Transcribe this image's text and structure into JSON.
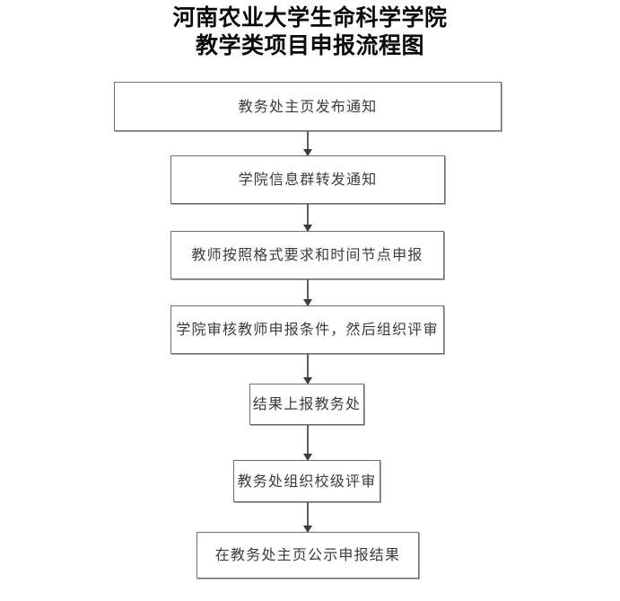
{
  "document": {
    "title_line1": "河南农业大学生命科学学院",
    "title_line2": "教学类项目申报流程图"
  },
  "flowchart": {
    "type": "vertical-process-flow",
    "orientation": "top-to-bottom",
    "box_border_color": "#6e6e6e",
    "box_fill_color": "#ffffff",
    "text_color": "#3b3b3b",
    "connector_color": "#5e5e5e",
    "nodes": [
      {
        "id": "n1",
        "label": "教务处主页发布通知"
      },
      {
        "id": "n2",
        "label": "学院信息群转发通知"
      },
      {
        "id": "n3",
        "label": "教师按照格式要求和时间节点申报"
      },
      {
        "id": "n4",
        "label": "学院审核教师申报条件，然后组织评审"
      },
      {
        "id": "n5",
        "label": "结果上报教务处"
      },
      {
        "id": "n6",
        "label": "教务处组织校级评审"
      },
      {
        "id": "n7",
        "label": "在教务处主页公示申报结果"
      }
    ],
    "connectors": [
      {
        "id": "c1",
        "from": "n1",
        "to": "n2",
        "arrow": "down"
      },
      {
        "id": "c2",
        "from": "n2",
        "to": "n3",
        "arrow": "down"
      },
      {
        "id": "c3",
        "from": "n3",
        "to": "n4",
        "arrow": "down"
      },
      {
        "id": "c4",
        "from": "n4",
        "to": "n5",
        "arrow": "down"
      },
      {
        "id": "c5",
        "from": "n5",
        "to": "n6",
        "arrow": "down"
      },
      {
        "id": "c6",
        "from": "n6",
        "to": "n7",
        "arrow": "down"
      }
    ]
  }
}
